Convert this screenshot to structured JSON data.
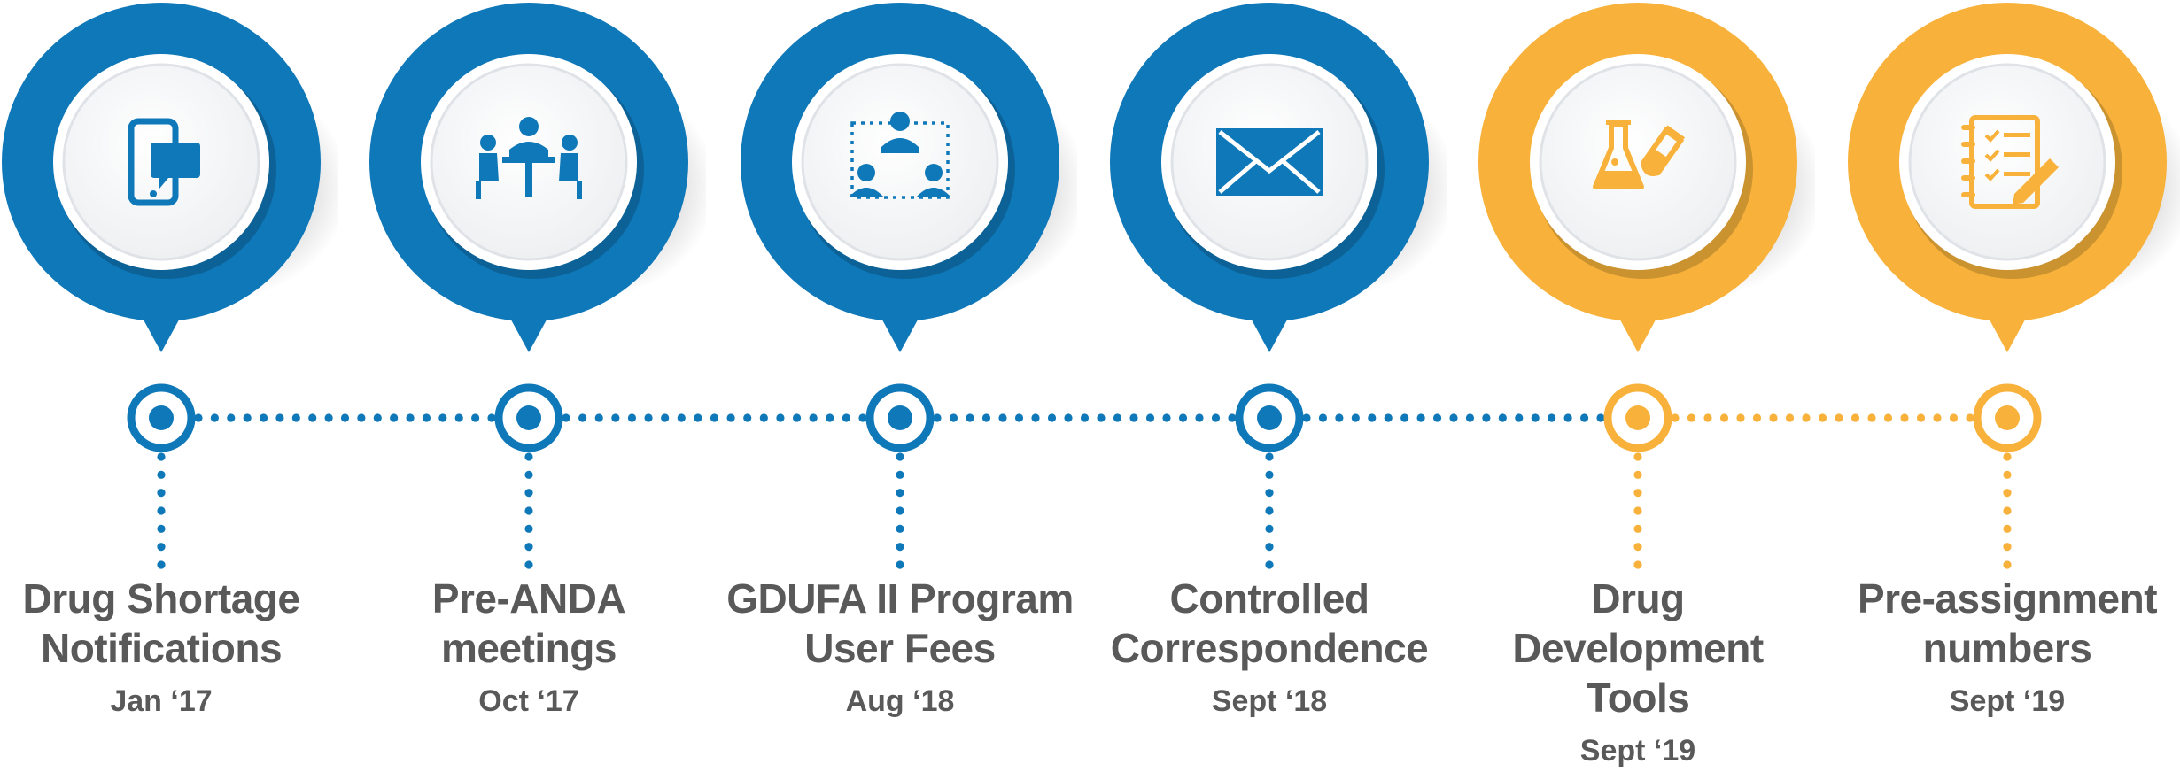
{
  "colors": {
    "blue": "#0f78b9",
    "orange": "#f8b23b",
    "text": "#595959",
    "badge_fill": "#eef0f2"
  },
  "milestones": [
    {
      "title_line1": "Drug Shortage",
      "title_line2": "Notifications",
      "date": "Jan ‘17",
      "color": "blue",
      "icon": "mobile-chat-icon"
    },
    {
      "title_line1": "Pre-ANDA",
      "title_line2": "meetings",
      "date": "Oct ‘17",
      "color": "blue",
      "icon": "meeting-table-icon"
    },
    {
      "title_line1": "GDUFA II Program",
      "title_line2": "User Fees",
      "date": "Aug ‘18",
      "color": "blue",
      "icon": "org-network-icon"
    },
    {
      "title_line1": "Controlled",
      "title_line2": "Correspondence",
      "date": "Sept ‘18",
      "color": "blue",
      "icon": "envelope-icon"
    },
    {
      "title_line1": "Drug Development",
      "title_line2": "Tools",
      "date": "Sept ‘19",
      "color": "orange",
      "icon": "lab-flasks-icon"
    },
    {
      "title_line1": "Pre-assignment",
      "title_line2": "numbers",
      "date": "Sept ‘19",
      "color": "orange",
      "icon": "checklist-pen-icon"
    }
  ]
}
